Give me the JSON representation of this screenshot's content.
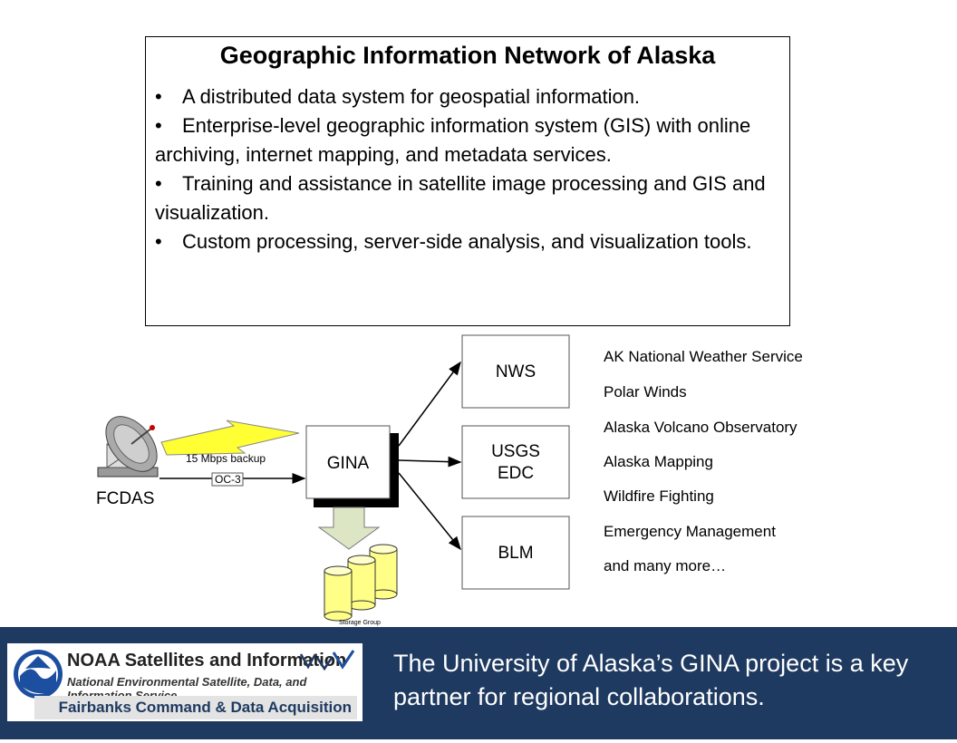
{
  "info": {
    "title": "Geographic Information Network of Alaska",
    "bullets": [
      {
        "marker": "•",
        "text": "A distributed data system for geospatial information."
      },
      {
        "marker": "•",
        "text": "Enterprise-level geographic information system (GIS) with online archiving, internet mapping, and metadata services."
      },
      {
        "marker": "•",
        "text": "Training and assistance in satellite image processing and GIS and visualization."
      },
      {
        "marker": "•",
        "text": "Custom processing, server-side analysis, and visualization tools."
      }
    ]
  },
  "diagram": {
    "fcdas_label": "FCDAS",
    "backup_label": "15 Mbps backup",
    "oc3_label": "OC-3",
    "gina_label": "GINA",
    "nodes": {
      "nws": "NWS",
      "usgs_line1": "USGS",
      "usgs_line2": "EDC",
      "blm": "BLM"
    },
    "storage_label": "Storage Group"
  },
  "services": [
    "AK National Weather Service",
    "Polar Winds",
    "Alaska Volcano Observatory",
    "Alaska Mapping",
    "Wildfire Fighting",
    "Emergency Management",
    "and many more…"
  ],
  "footer": {
    "logo_line1": "NOAA Satellites and Information",
    "logo_line2": "National Environmental Satellite, Data, and Information Service",
    "logo_line3": "Fairbanks Command & Data Acquisition Station",
    "text": "The University of Alaska’s GINA project is a key partner for regional collaborations."
  },
  "colors": {
    "footer_bg": "#1f3a60",
    "lightning": "#ffff33",
    "storage": "#ffff88",
    "arrow_fill": "#dde6c4"
  }
}
